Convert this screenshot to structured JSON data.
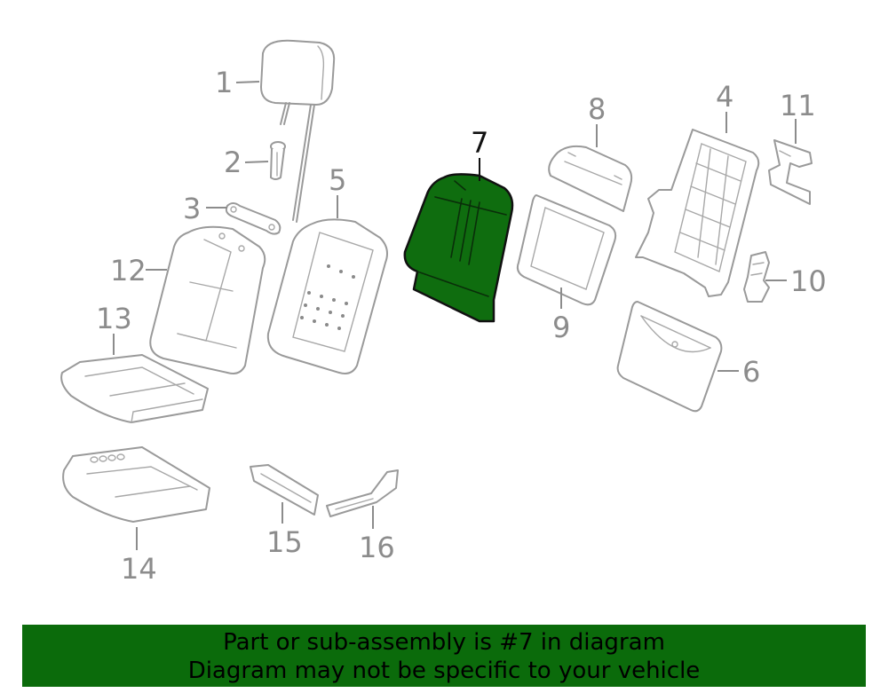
{
  "diagram": {
    "highlight_color": "#0f6d0f",
    "line_color": "#9a9a9a",
    "callouts": [
      {
        "id": "c1",
        "label": "1"
      },
      {
        "id": "c2",
        "label": "2"
      },
      {
        "id": "c3",
        "label": "3"
      },
      {
        "id": "c4",
        "label": "4"
      },
      {
        "id": "c5",
        "label": "5"
      },
      {
        "id": "c6",
        "label": "6"
      },
      {
        "id": "c7",
        "label": "7",
        "highlighted": true
      },
      {
        "id": "c8",
        "label": "8"
      },
      {
        "id": "c9",
        "label": "9"
      },
      {
        "id": "c10",
        "label": "10"
      },
      {
        "id": "c11",
        "label": "11"
      },
      {
        "id": "c12",
        "label": "12"
      },
      {
        "id": "c13",
        "label": "13"
      },
      {
        "id": "c14",
        "label": "14"
      },
      {
        "id": "c15",
        "label": "15"
      },
      {
        "id": "c16",
        "label": "16"
      }
    ]
  },
  "banner": {
    "background": "#0b6b0b",
    "line1": "Part or sub-assembly is #7 in diagram",
    "line2": "Diagram may not be specific to your vehicle"
  }
}
